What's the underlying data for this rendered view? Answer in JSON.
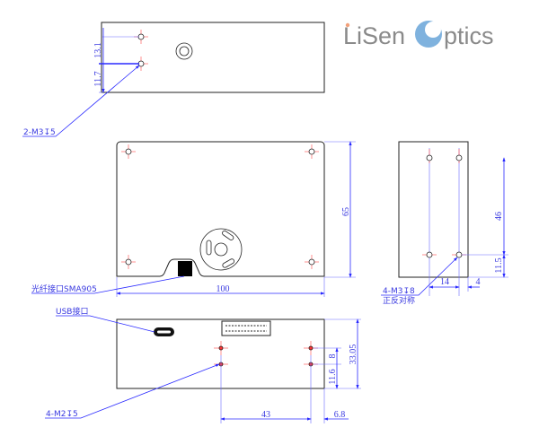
{
  "logo": {
    "text_left": "LiSen",
    "text_right": "ptics",
    "full": "LiSen Optics",
    "accent_color": "#7fb2de",
    "dot_color": "#f2a07a"
  },
  "top_view": {
    "dim_upper": "13.1",
    "dim_lower": "11.7",
    "callout": "2-M3↧5"
  },
  "front_view": {
    "dim_height": "65",
    "dim_width": "100",
    "callout": "光纤接口SMA905"
  },
  "side_view": {
    "dim_upper": "46",
    "dim_lower": "11.5",
    "dim_spacing": "14",
    "dim_edge": "4",
    "callout_line1": "4-M3↧8",
    "callout_line2": "正反对称"
  },
  "bottom_view": {
    "usb_label": "USB接口",
    "dim_height": "33.05",
    "dim_upper": "8",
    "dim_lower": "11.6",
    "dim_spacing": "43",
    "dim_edge": "6.8",
    "callout": "4-M2↧5"
  },
  "colors": {
    "dimension": "#2a2aff",
    "centerline": "#ff6060",
    "outline": "#222222"
  }
}
